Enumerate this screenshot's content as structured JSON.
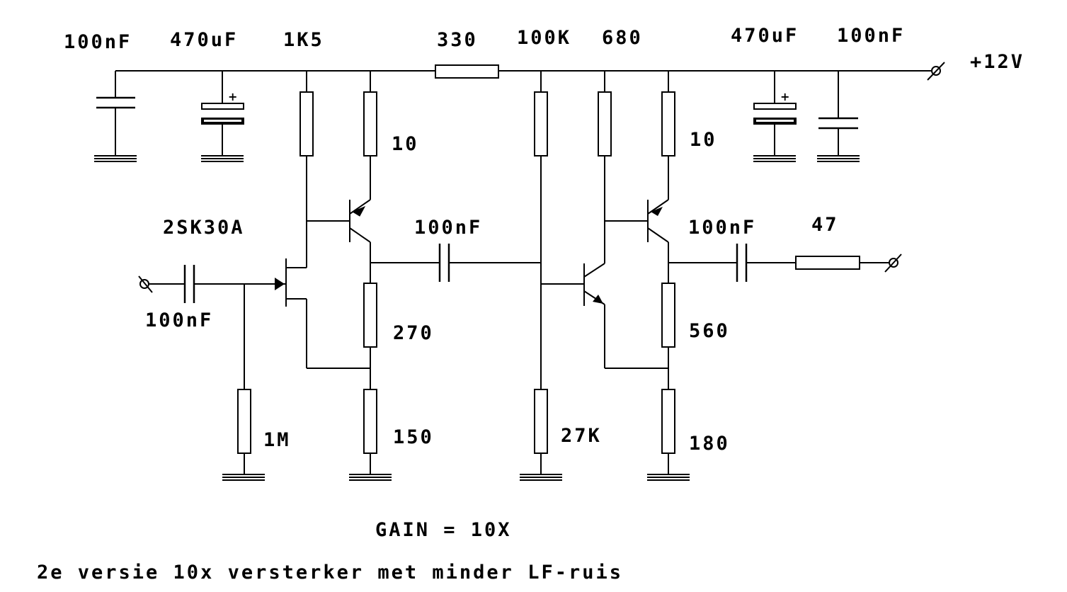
{
  "supply": {
    "label": "+12V"
  },
  "components": {
    "c_in_bypass": "100nF",
    "c_in_elco": "470uF",
    "r_drain_load": "1K5",
    "r_decouple": "330",
    "r_bias_top": "100K",
    "r_collector2": "680",
    "c_out_elco": "470uF",
    "c_out_bypass": "100nF",
    "r_emitter1": "10",
    "r_emitter2": "10",
    "fet": "2SK30A",
    "c_coupling": "100nF",
    "c_output": "100nF",
    "r_output": "47",
    "c_input": "100nF",
    "r_stage1_a": "270",
    "r_stage1_b": "150",
    "r_gate": "1M",
    "r_bias_bottom": "27K",
    "r_stage2_a": "560",
    "r_stage2_b": "180"
  },
  "gain": "GAIN = 10X",
  "caption": "2e versie 10x versterker met minder LF-ruis"
}
